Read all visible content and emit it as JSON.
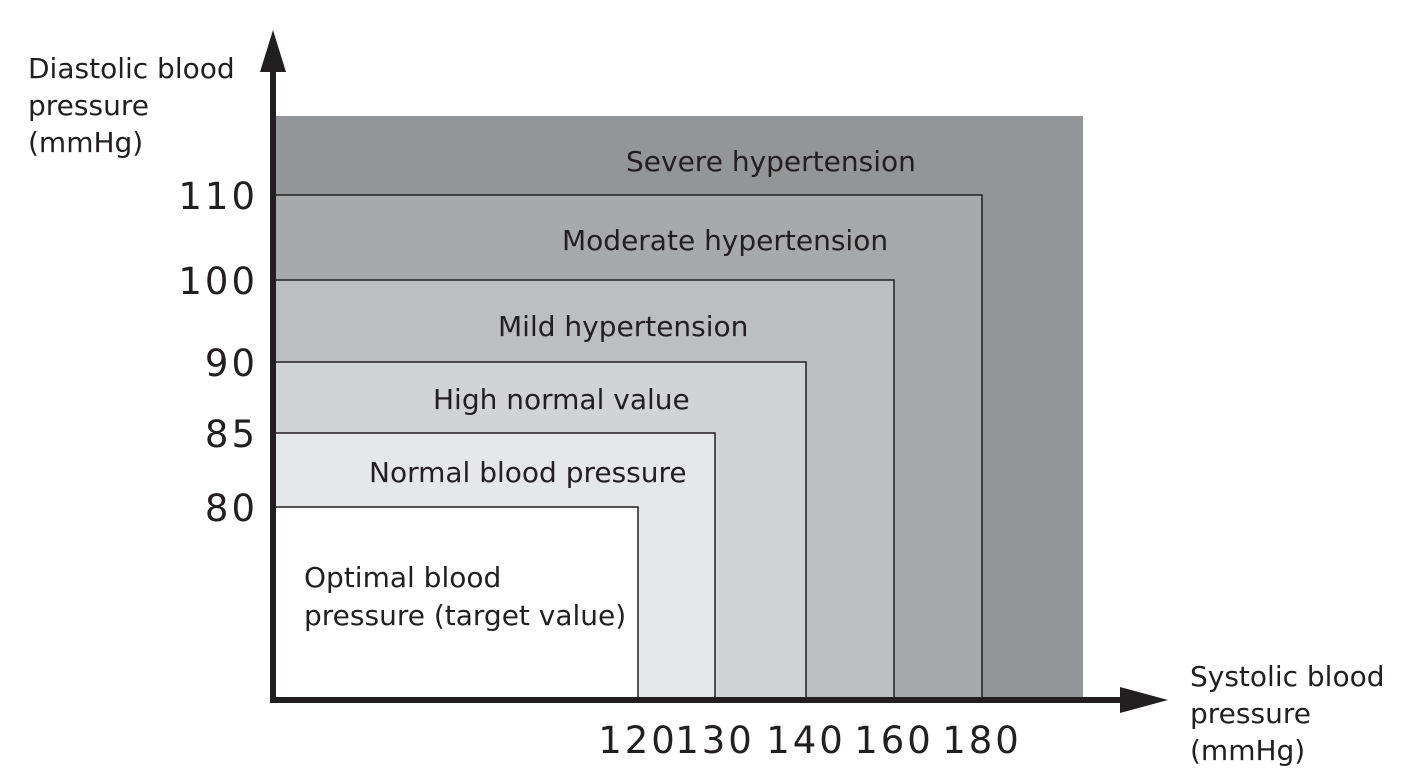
{
  "chart_data": {
    "type": "area",
    "title": "",
    "ylabel_lines": [
      "Diastolic blood",
      "pressure",
      "(mmHg)"
    ],
    "xlabel_lines": [
      "Systolic blood",
      "pressure",
      "(mmHg)"
    ],
    "x_ticks": [
      "120",
      "130",
      "140",
      "160",
      "180"
    ],
    "y_ticks": [
      "110",
      "100",
      "90",
      "85",
      "80"
    ],
    "regions": [
      {
        "label_lines": [
          "Severe hypertension"
        ],
        "systolic_max": null,
        "diastolic_max": null,
        "color": "#939598"
      },
      {
        "label_lines": [
          "Moderate hypertension"
        ],
        "systolic_max": 180,
        "diastolic_max": 110,
        "color": "#a7a9ac"
      },
      {
        "label_lines": [
          "Mild hypertension"
        ],
        "systolic_max": 160,
        "diastolic_max": 100,
        "color": "#bcbec0"
      },
      {
        "label_lines": [
          "High normal value"
        ],
        "systolic_max": 140,
        "diastolic_max": 90,
        "color": "#d1d3d4"
      },
      {
        "label_lines": [
          "Normal blood pressure"
        ],
        "systolic_max": 130,
        "diastolic_max": 85,
        "color": "#e6e7e8"
      },
      {
        "label_lines": [
          "Optimal blood",
          "pressure (target value)"
        ],
        "systolic_max": 120,
        "diastolic_max": 80,
        "color": "#ffffff"
      }
    ],
    "grid": false,
    "legend": "none"
  }
}
